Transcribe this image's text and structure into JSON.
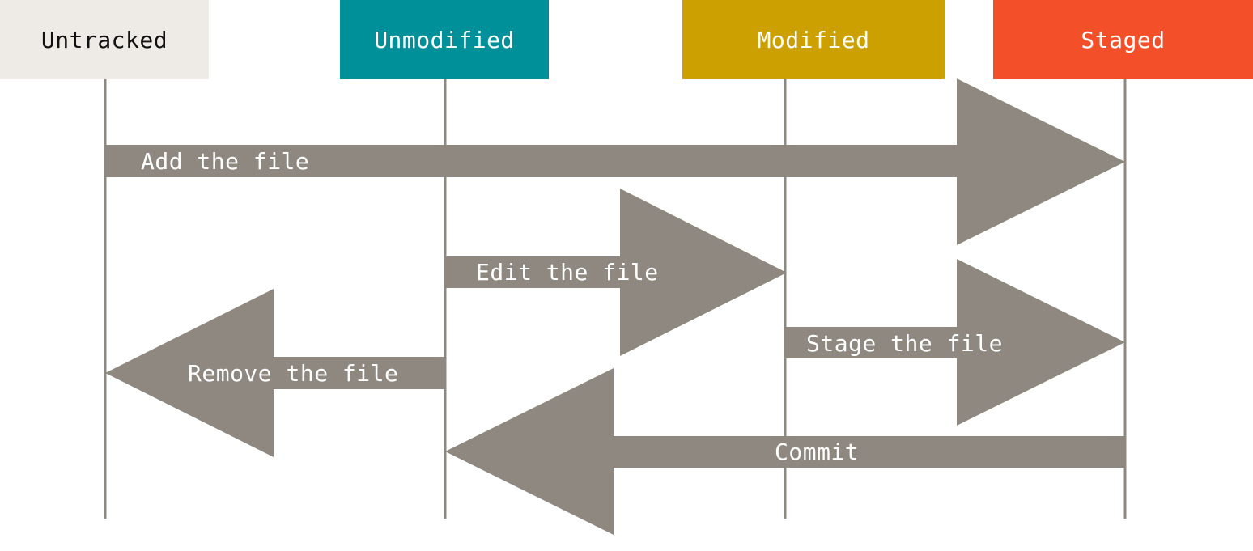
{
  "states": [
    {
      "key": "untracked",
      "label": "Untracked",
      "color": "#eeebe6",
      "text_color": "#111111"
    },
    {
      "key": "unmodified",
      "label": "Unmodified",
      "color": "#009099",
      "text_color": "#ffffff"
    },
    {
      "key": "modified",
      "label": "Modified",
      "color": "#cca000",
      "text_color": "#ffffff"
    },
    {
      "key": "staged",
      "label": "Staged",
      "color": "#f34f29",
      "text_color": "#ffffff"
    }
  ],
  "transitions": [
    {
      "label": "Add the file",
      "from": "untracked",
      "to": "staged"
    },
    {
      "label": "Edit the file",
      "from": "unmodified",
      "to": "modified"
    },
    {
      "label": "Stage the file",
      "from": "modified",
      "to": "staged"
    },
    {
      "label": "Remove the file",
      "from": "unmodified",
      "to": "untracked"
    },
    {
      "label": "Commit",
      "from": "staged",
      "to": "unmodified"
    }
  ],
  "colors": {
    "arrow": "#8e8880",
    "lifeline": "#8e8880",
    "background": "#ffffff"
  }
}
